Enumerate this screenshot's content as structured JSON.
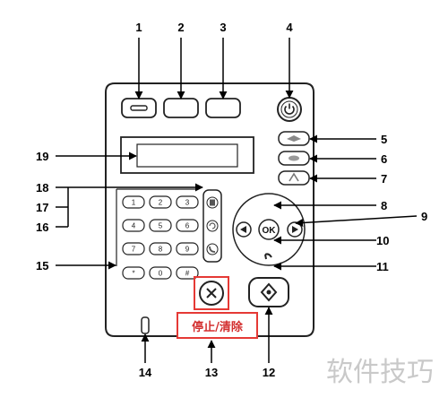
{
  "callouts": [
    "1",
    "2",
    "3",
    "4",
    "5",
    "6",
    "7",
    "8",
    "9",
    "10",
    "11",
    "12",
    "13",
    "14",
    "15",
    "16",
    "17",
    "18",
    "19"
  ],
  "keypad": {
    "keys": [
      "1",
      "2",
      "3",
      "4",
      "5",
      "6",
      "7",
      "8",
      "9",
      "*",
      "0",
      "#"
    ],
    "ok_label": "OK"
  },
  "stop_label": "停止/清除",
  "watermark": "软件技巧"
}
